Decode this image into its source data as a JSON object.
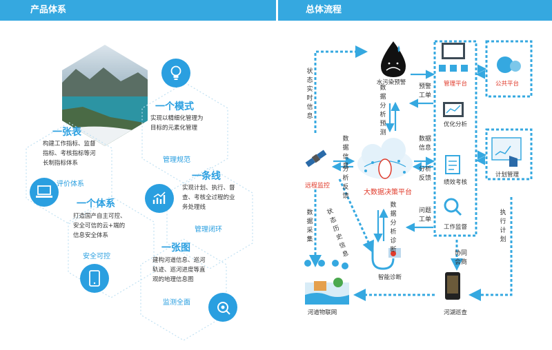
{
  "left": {
    "header": "产品体系",
    "blocks": [
      {
        "title": "一张表",
        "body": [
          "构建工作指标、监督",
          "指标、考核指标等河",
          "长制指标体系"
        ],
        "sub": "评价体系"
      },
      {
        "title": "一个模式",
        "body": [
          "实现以精细化管理为",
          "目标的元素化管理"
        ],
        "sub": "管理规范"
      },
      {
        "title": "一个体系",
        "body": [
          "打造国产自主可控、",
          "安全可信的云+端的",
          "信息安全体系"
        ],
        "sub": "安全可控"
      },
      {
        "title": "一条线",
        "body": [
          "实现计划、执行、督",
          "查、考核全过程的业",
          "务处理线"
        ],
        "sub": "管理闭环"
      },
      {
        "title": "一张图",
        "body": [
          "建构河道信息、巡河",
          "轨迹、巡河进度等直",
          "观的地理信息图"
        ],
        "sub": "监测全面"
      }
    ]
  },
  "right": {
    "header": "总体流程",
    "nodes": {
      "water": "水污染预警",
      "remote": "远程监控",
      "bigdata": "大数据决策平台",
      "diagnose": "智能诊断",
      "river_iot": "河道物联网",
      "inspect": "河湖巡查",
      "mgmt": "管理平台",
      "public": "公共平台",
      "optimize": "优化分析",
      "perf": "绩效考核",
      "supervise": "工作监督",
      "plan": "计划管理"
    },
    "labels": {
      "status_realtime": "状态实时信息",
      "data_info_l": "数据信息",
      "analysis_feedback_l": "分析反馈",
      "data_analysis_predict": "数据分析预测",
      "status_history": "状态历史信息",
      "data_collect": "数据采集",
      "data_analysis_diag": "数据分析诊断",
      "warning_ticket": "预警工单",
      "data_info_r": "数据信息",
      "analysis_feedback_r": "分析反馈",
      "issue_ticket": "问题工单",
      "coordination": "协同会商",
      "execute_plan": "执行计划"
    }
  },
  "colors": {
    "accent": "#35a8e0",
    "title_blue": "#2a9fe0",
    "dark_blue": "#1d6fc4",
    "red": "#e03a2a"
  }
}
